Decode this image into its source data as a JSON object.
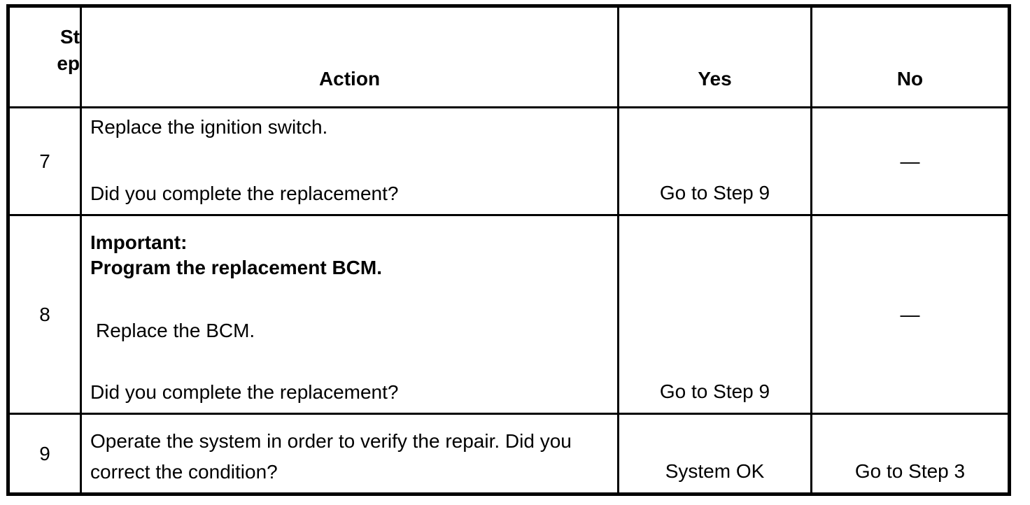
{
  "table": {
    "headers": {
      "step": {
        "label": "Step",
        "lines": [
          "St",
          "ep"
        ]
      },
      "action": "Action",
      "yes": "Yes",
      "no": "No"
    },
    "rows": [
      {
        "step": "7",
        "action": {
          "lines": [
            "Replace the ignition switch.",
            "Did you complete the replacement?"
          ]
        },
        "yes": "Go to Step 9",
        "no": "—"
      },
      {
        "step": "8",
        "action": {
          "important_label": "Important:",
          "important_body": "Program the replacement BCM.",
          "lines": [
            "Replace the BCM.",
            "Did you complete the replacement?"
          ]
        },
        "yes": "Go to Step 9",
        "no": "—"
      },
      {
        "step": "9",
        "action": {
          "lines": [
            "Operate the system in order to verify the repair. Did you",
            "correct the condition?"
          ]
        },
        "yes": "System OK",
        "no": "Go to Step 3"
      }
    ]
  }
}
